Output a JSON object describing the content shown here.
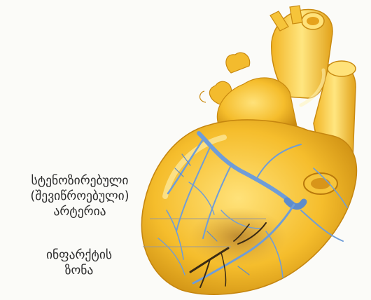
{
  "labels": {
    "stenosis": [
      "სტენოზირებული",
      "(შევიწროებული)",
      "არტერია"
    ],
    "infarct": [
      "ინფარქტის",
      "ზონა"
    ]
  },
  "colors": {
    "background": "#fbfbf8",
    "heart_light": "#ffe27a",
    "heart_mid": "#f5bd2c",
    "heart_dark": "#c98a10",
    "vessel_blue": "#6f9dd8",
    "vessel_dark": "#2f5b9b",
    "infarct_dark": "#3a2a14",
    "leader_line": "#9a9a9a"
  },
  "icons": [
    "heart-illustration"
  ]
}
